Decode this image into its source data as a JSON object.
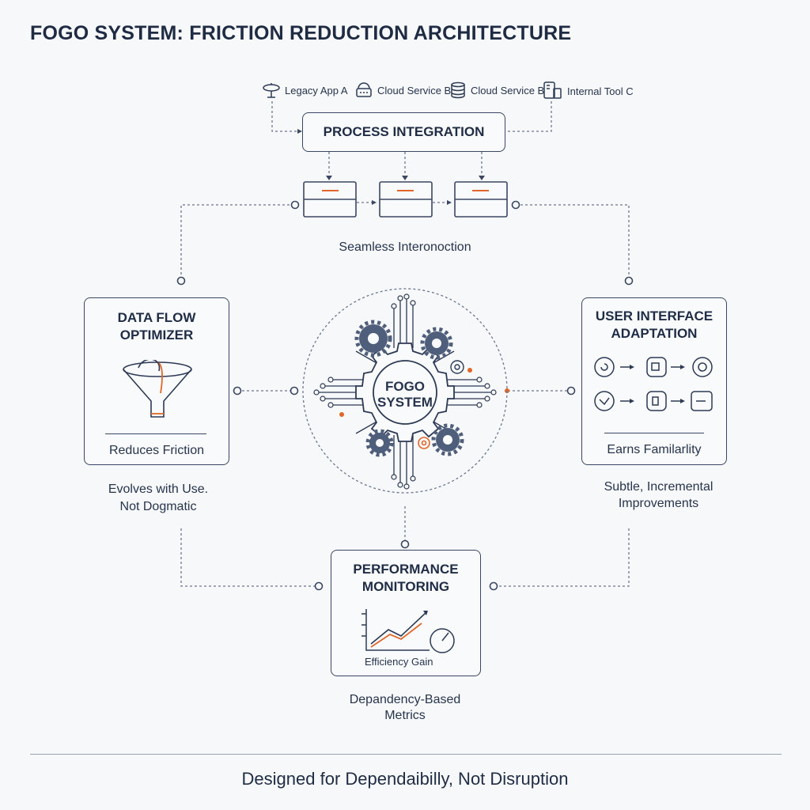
{
  "title": "FOGO SYSTEM: FRICTION REDUCTION ARCHITECTURE",
  "sources": [
    {
      "label": "Legacy App A",
      "icon": "satellite-dish-icon"
    },
    {
      "label": "Cloud Service B",
      "icon": "server-icon"
    },
    {
      "label": "Cloud Service B",
      "icon": "database-icon"
    },
    {
      "label": "Internal Tool C",
      "icon": "devices-icon"
    }
  ],
  "process_integration": {
    "title": "PROCESS INTEGRATION",
    "caption": "Seamless Interonoction"
  },
  "core": {
    "title_line1": "FOGO",
    "title_line2": "SYSTEM"
  },
  "data_flow": {
    "title_line1": "DATA FLOW",
    "title_line2": "OPTIMIZER",
    "label": "Reduces Friction",
    "caption_line1": "Evolves with Use.",
    "caption_line2": "Not Dogmatic"
  },
  "ui_adaptation": {
    "title_line1": "USER INTERFACE",
    "title_line2": "ADAPTATION",
    "label": "Earns Familarlity",
    "caption_line1": "Subtle, Incremental",
    "caption_line2": "Improvements"
  },
  "performance": {
    "title_line1": "PERFORMANCE",
    "title_line2": "MONITORING",
    "chart_label": "Efficiency Gain",
    "caption_line1": "Depandency-Based",
    "caption_line2": "Metrics"
  },
  "footer": "Designed for Dependaibilly, Not Disruption",
  "colors": {
    "ink": "#2c3a55",
    "accent": "#e0662a",
    "gear": "#4f5e7a"
  }
}
